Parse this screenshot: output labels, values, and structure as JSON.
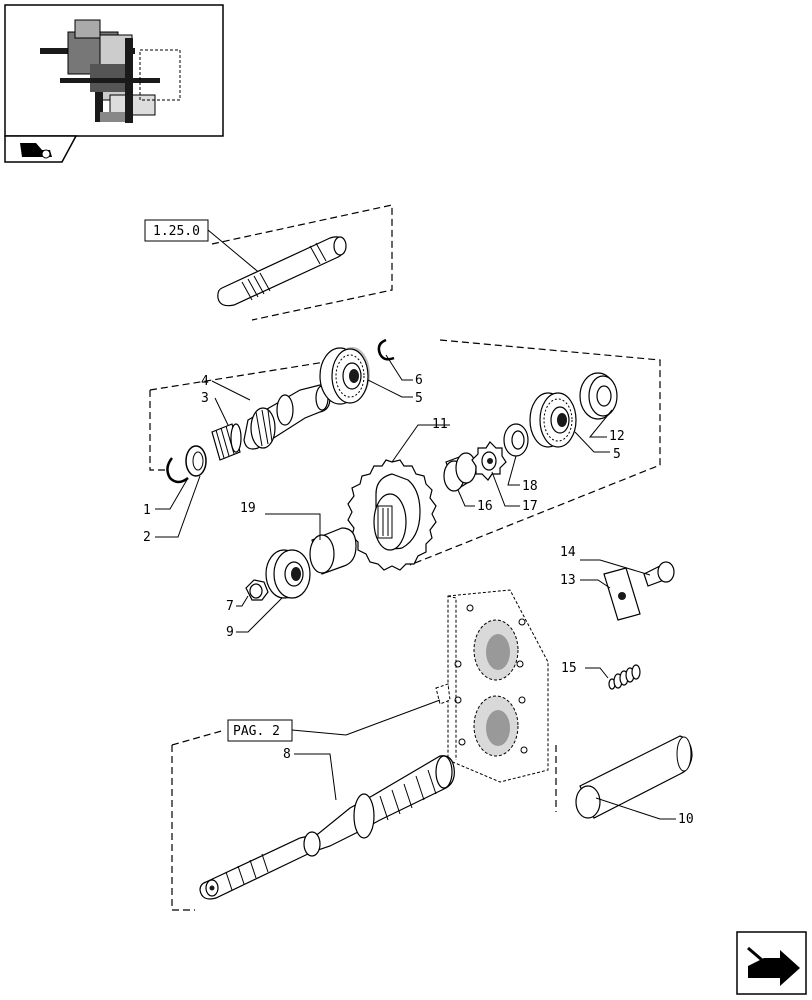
{
  "reference_boxes": {
    "top": "1.25.0",
    "bottom": "PAG. 2"
  },
  "callouts": [
    {
      "id": "c1",
      "text": "1"
    },
    {
      "id": "c2",
      "text": "2"
    },
    {
      "id": "c3",
      "text": "3"
    },
    {
      "id": "c4",
      "text": "4"
    },
    {
      "id": "c5a",
      "text": "5"
    },
    {
      "id": "c5b",
      "text": "5"
    },
    {
      "id": "c6",
      "text": "6"
    },
    {
      "id": "c7",
      "text": "7"
    },
    {
      "id": "c8",
      "text": "8"
    },
    {
      "id": "c9",
      "text": "9"
    },
    {
      "id": "c10",
      "text": "10"
    },
    {
      "id": "c11",
      "text": "11"
    },
    {
      "id": "c12",
      "text": "12"
    },
    {
      "id": "c13",
      "text": "13"
    },
    {
      "id": "c14",
      "text": "14"
    },
    {
      "id": "c15",
      "text": "15"
    },
    {
      "id": "c16",
      "text": "16"
    },
    {
      "id": "c17",
      "text": "17"
    },
    {
      "id": "c18",
      "text": "18"
    },
    {
      "id": "c19",
      "text": "19"
    }
  ],
  "icons": {
    "thumbnail": "assembly-thumbnail",
    "category_tab": "tractor-icon",
    "nav": "next-page-arrow-icon"
  }
}
